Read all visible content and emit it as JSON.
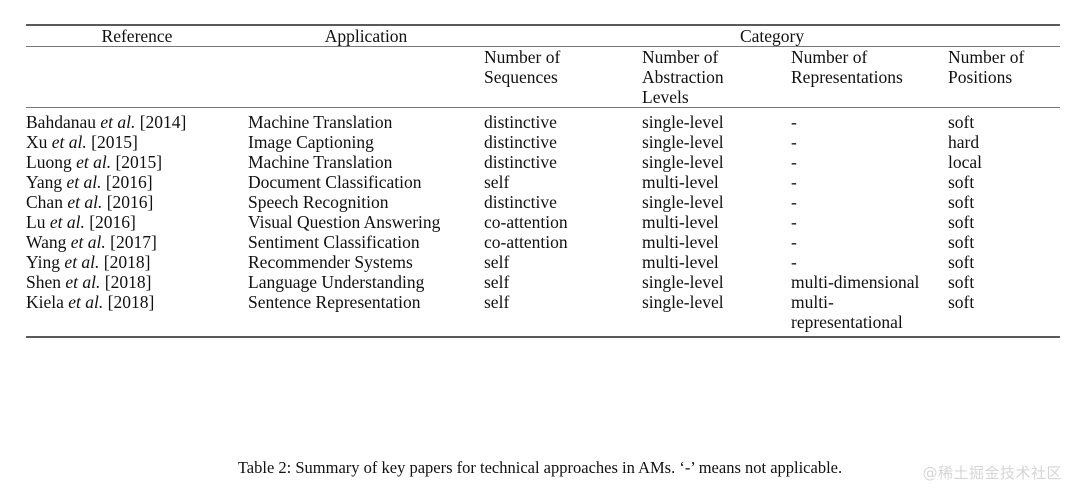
{
  "table": {
    "header": {
      "reference": "Reference",
      "application": "Application",
      "category": "Category",
      "sub": {
        "sequences": "Number of Sequences",
        "sequences_l1": "Number of",
        "sequences_l2": "Sequences",
        "abstraction": "Number of Abstraction Levels",
        "abstraction_l1": "Number of",
        "abstraction_l2": "Abstraction",
        "abstraction_l3": "Levels",
        "representations": "Number of Representations",
        "representations_l1": "Number of",
        "representations_l2": "Representations",
        "positions": "Number of Positions",
        "positions_l1": "Number of",
        "positions_l2": "Positions"
      }
    },
    "columns": [
      "Reference",
      "Application",
      "Number of Sequences",
      "Number of Abstraction Levels",
      "Number of Representations",
      "Number of Positions"
    ],
    "rows": [
      {
        "ref_author": "Bahdanau",
        "ref_etal": "et al.",
        "ref_year": "[2014]",
        "application": "Machine Translation",
        "sequences": "distinctive",
        "abstraction": "single-level",
        "representations": "-",
        "positions": "soft"
      },
      {
        "ref_author": "Xu",
        "ref_etal": "et al.",
        "ref_year": "[2015]",
        "application": "Image Captioning",
        "sequences": "distinctive",
        "abstraction": "single-level",
        "representations": "-",
        "positions": "hard"
      },
      {
        "ref_author": "Luong",
        "ref_etal": "et al.",
        "ref_year": "[2015]",
        "application": "Machine Translation",
        "sequences": "distinctive",
        "abstraction": "single-level",
        "representations": "-",
        "positions": "local"
      },
      {
        "ref_author": "Yang",
        "ref_etal": "et al.",
        "ref_year": "[2016]",
        "application": "Document Classifica­tion",
        "sequences": "self",
        "abstraction": "multi-level",
        "representations": "-",
        "positions": "soft"
      },
      {
        "ref_author": "Chan",
        "ref_etal": "et al.",
        "ref_year": "[2016]",
        "application": "Speech Recognition",
        "sequences": "distinctive",
        "abstraction": "single-level",
        "representations": "-",
        "positions": "soft"
      },
      {
        "ref_author": "Lu",
        "ref_etal": "et al.",
        "ref_year": "[2016]",
        "application": "Visual Question An­swering",
        "sequences": "co-attention",
        "abstraction": "multi-level",
        "representations": "-",
        "positions": "soft"
      },
      {
        "ref_author": "Wang",
        "ref_etal": "et al.",
        "ref_year": "[2017]",
        "application": "Sentiment Classifica­tion",
        "sequences": "co-attention",
        "abstraction": "multi-level",
        "representations": "-",
        "positions": "soft"
      },
      {
        "ref_author": "Ying",
        "ref_etal": "et al.",
        "ref_year": "[2018]",
        "application": "Recommender Sys­tems",
        "sequences": "self",
        "abstraction": "multi-level",
        "representations": "-",
        "positions": "soft"
      },
      {
        "ref_author": "Shen",
        "ref_etal": "et al.",
        "ref_year": "[2018]",
        "application": "Language Understand­ing",
        "sequences": "self",
        "abstraction": "single-level",
        "representations": "multi-dimensional",
        "positions": "soft"
      },
      {
        "ref_author": "Kiela",
        "ref_etal": "et al.",
        "ref_year": "[2018]",
        "application": "Sentence Representa­tion",
        "sequences": "self",
        "abstraction": "single-level",
        "representations": "multi-representational",
        "positions": "soft"
      }
    ]
  },
  "caption": "Table 2: Summary of key papers for technical approaches in AMs. ‘-’ means not applicable.",
  "watermark": "@稀土掘金技术社区"
}
